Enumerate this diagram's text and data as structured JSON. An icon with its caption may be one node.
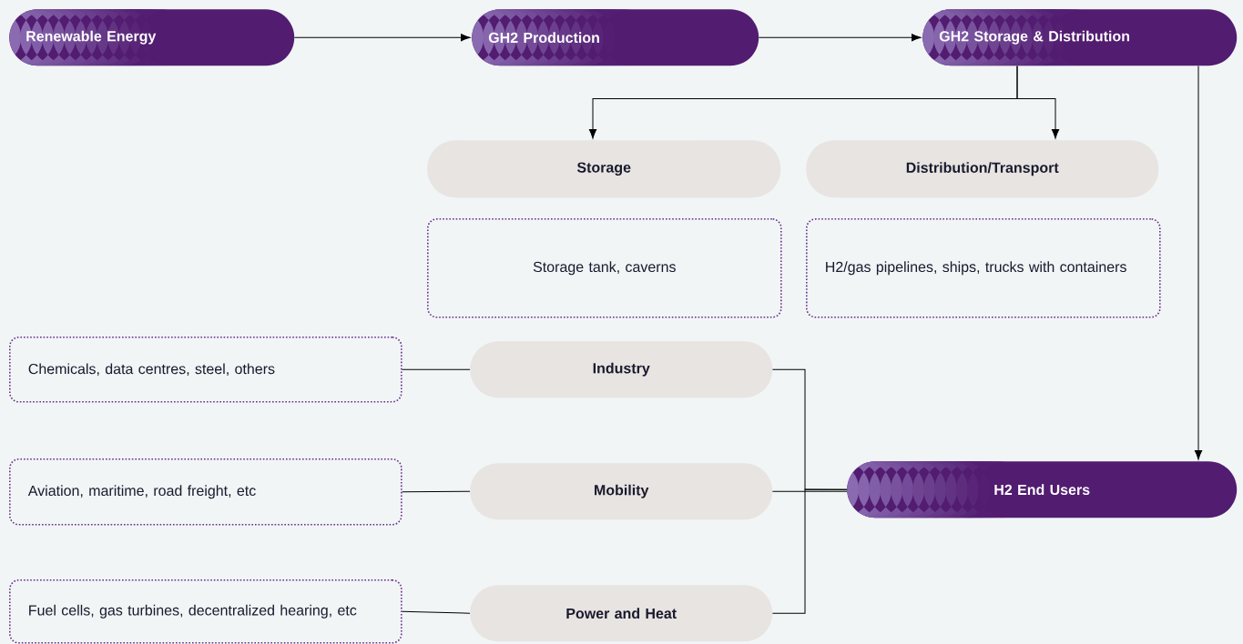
{
  "diagram": {
    "nodes": [
      {
        "text": [
          "Renewable Energy"
        ]
      },
      {
        "text": [
          "GH2 Production"
        ]
      },
      {
        "text": [
          "GH2 Storage & Distribution"
        ]
      },
      {
        "text": [
          "Storage"
        ]
      },
      {
        "text": [
          "Distribution/Transport"
        ]
      },
      {
        "text": [
          "Storage tank, caverns"
        ]
      },
      {
        "text": [
          "H2/gas pipelines, ships, trucks with containers"
        ]
      },
      {
        "text": [
          "Chemicals, data centres, steel, others"
        ]
      },
      {
        "text": [
          "Industry"
        ]
      },
      {
        "text": [
          "Aviation, maritime, road freight, etc"
        ]
      },
      {
        "text": [
          "Mobility"
        ]
      },
      {
        "text": [
          "H2 End Users"
        ]
      },
      {
        "text": [
          "Fuel cells, gas turbines, decentralized hearing, etc"
        ]
      },
      {
        "text": [
          "Power and Heat"
        ]
      }
    ],
    "edges": [
      {
        "from": 0,
        "to": 1,
        "arrow": "to"
      },
      {
        "from": 1,
        "to": 2,
        "arrow": "to"
      },
      {
        "from": 2,
        "to": 3,
        "arrow": "to"
      },
      {
        "from": 2,
        "to": 4,
        "arrow": "to"
      },
      {
        "from": 2,
        "to": 11,
        "arrow": "to"
      },
      {
        "from": 7,
        "to": 8,
        "arrow": "none"
      },
      {
        "from": 9,
        "to": 10,
        "arrow": "none"
      },
      {
        "from": 12,
        "to": 13,
        "arrow": "none"
      },
      {
        "from": 8,
        "to": 11,
        "arrow": "none"
      },
      {
        "from": 10,
        "to": 11,
        "arrow": "none"
      },
      {
        "from": 13,
        "to": 11,
        "arrow": "none"
      }
    ]
  }
}
